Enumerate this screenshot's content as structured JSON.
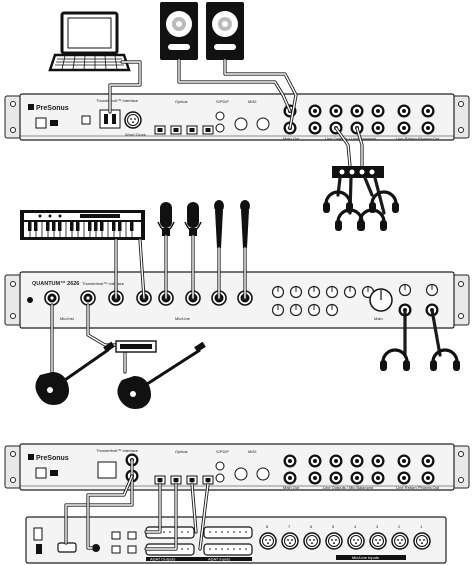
{
  "brand_logo_text": "PreSonus",
  "devices": {
    "top_rear": {
      "thunderbolt_label": "Thunderbolt™ Interface",
      "optical_label": "Optical",
      "spdif_label": "S/PDIF",
      "midi_label": "MIDI",
      "wordclock_label": "Word Clock",
      "main_out_label": "Main Out",
      "line_outputs_label": "Line Outputs / Line Balanced",
      "line_return_label": "Line Return",
      "phones_out_label": "Phones Out"
    },
    "front_panel": {
      "model_label": "QUANTUM™ 2626",
      "thunderbolt_label": "Thunderbolt™ Interface",
      "mic_inst_label": "Mic/Inst",
      "mic_line_label": "Mic/Line",
      "main_label": "Main"
    },
    "bottom_rear": {
      "thunderbolt_label": "Thunderbolt™ Interface",
      "optical_label": "Optical",
      "spdif_label": "S/PDIF",
      "midi_label": "MIDI",
      "main_out_label": "Main Out",
      "line_outputs_label": "Line Outputs / Mic Balanced",
      "line_return_label": "Line Return",
      "phones_out_label": "Phones Out"
    },
    "expander": {
      "inputs_label": "Mic/Line Inputs",
      "adat_label_1": "ADAT Outputs",
      "adat_label_2": "ADAT Inputs",
      "channel_numbers": [
        "8",
        "7",
        "6",
        "5",
        "4",
        "3",
        "2",
        "1"
      ]
    }
  },
  "icons": [
    "laptop-icon",
    "studio-monitor-icon",
    "headphones-icon",
    "keyboard-icon",
    "condenser-mic-icon",
    "dynamic-mic-icon",
    "electric-guitar-icon",
    "bass-guitar-icon",
    "di-box-icon",
    "headphone-amp-icon"
  ],
  "colors": {
    "ink": "#1a1a1a",
    "panel": "#f4f4f4",
    "cone": "#ffffff"
  }
}
